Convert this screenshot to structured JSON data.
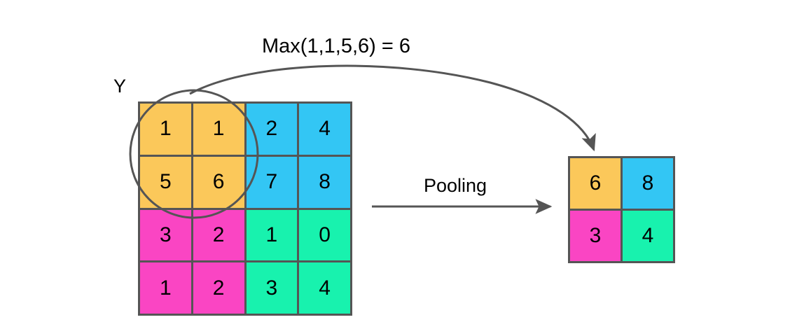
{
  "diagram": {
    "title": "Max(1,1,5,6) = 6",
    "source_label": "Y",
    "operation_label": "Pooling",
    "colors": {
      "orange": "#fbc85a",
      "cyan": "#33c6f4",
      "pink": "#fa45c3",
      "green": "#18f2ae",
      "stroke": "#555555",
      "text": "#000000",
      "background": "#ffffff"
    },
    "input_matrix": {
      "rows": 4,
      "cols": 4,
      "values": [
        [
          "1",
          "1",
          "2",
          "4"
        ],
        [
          "5",
          "6",
          "7",
          "8"
        ],
        [
          "3",
          "2",
          "1",
          "0"
        ],
        [
          "1",
          "2",
          "3",
          "4"
        ]
      ],
      "cell_colors": [
        [
          "orange",
          "orange",
          "cyan",
          "cyan"
        ],
        [
          "orange",
          "orange",
          "cyan",
          "cyan"
        ],
        [
          "pink",
          "pink",
          "green",
          "green"
        ],
        [
          "pink",
          "pink",
          "green",
          "green"
        ]
      ]
    },
    "output_matrix": {
      "rows": 2,
      "cols": 2,
      "values": [
        [
          "6",
          "8"
        ],
        [
          "3",
          "4"
        ]
      ],
      "cell_colors": [
        [
          "orange",
          "cyan"
        ],
        [
          "pink",
          "green"
        ]
      ]
    },
    "selection_circle": {
      "label": "pooling-window-highlight",
      "covers": [
        "1",
        "1",
        "5",
        "6"
      ]
    }
  }
}
